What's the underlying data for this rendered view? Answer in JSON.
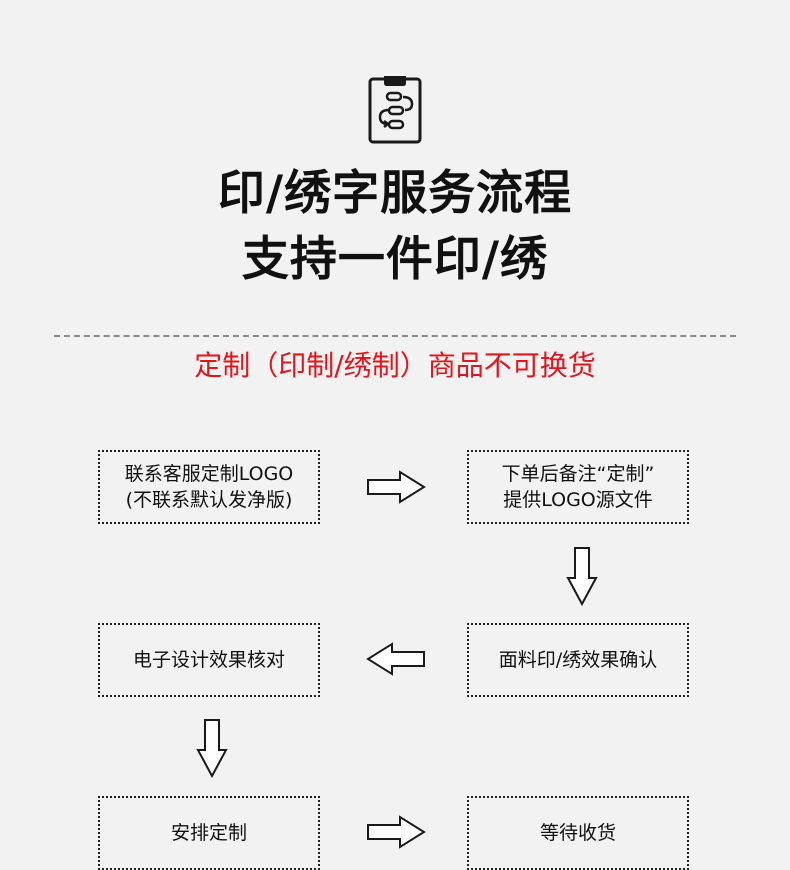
{
  "header": {
    "icon": "clipboard-flow-icon",
    "title_line1": "印/绣字服务流程",
    "title_line2": "支持一件印/绣"
  },
  "notice": {
    "text": "定制（印制/绣制）商品不可换货",
    "color": "#e3141b"
  },
  "steps": [
    {
      "line1": "联系客服定制LOGO",
      "line2": "(不联系默认发净版)"
    },
    {
      "line1": "下单后备注“定制”",
      "line2": "提供LOGO源文件"
    },
    {
      "line1": "面料印/绣效果确认"
    },
    {
      "line1": "电子设计效果核对"
    },
    {
      "line1": "安排定制"
    },
    {
      "line1": "等待收货"
    }
  ],
  "arrows": [
    "arrow-right-icon",
    "arrow-down-icon",
    "arrow-left-icon",
    "arrow-down-icon",
    "arrow-right-icon"
  ]
}
